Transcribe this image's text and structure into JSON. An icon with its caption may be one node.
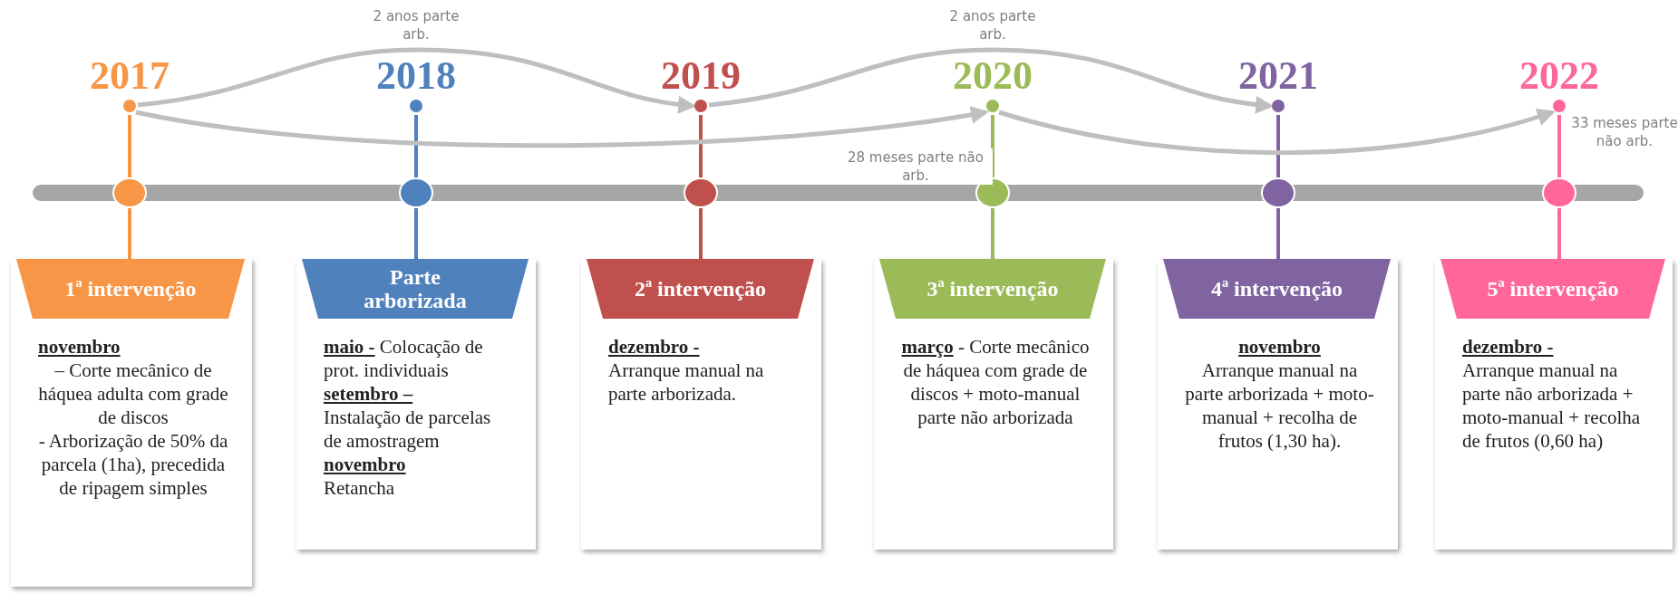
{
  "diagram": {
    "nodes": [
      {
        "text": [
          "2017"
        ]
      },
      {
        "text": [
          "2018"
        ]
      },
      {
        "text": [
          "2019"
        ]
      },
      {
        "text": [
          "2020"
        ]
      },
      {
        "text": [
          "2021"
        ]
      },
      {
        "text": [
          "2022"
        ]
      },
      {
        "text": [
          "1ª intervenção",
          "**novembro**",
          "– Corte mecânico de háquea adulta com grade de discos",
          "- Arborização de 50% da parcela (1ha), precedida de ripagem simples"
        ]
      },
      {
        "text": [
          "Parte arborizada",
          "**maio -** Colocação de prot. individuais",
          "**setembro –**",
          "Instalação de parcelas de amostragem",
          "**novembro**",
          "Retancha"
        ]
      },
      {
        "text": [
          "2ª intervenção",
          "**dezembro -**",
          "Arranque manual na parte arborizada."
        ]
      },
      {
        "text": [
          "3ª intervenção",
          "**março** - Corte mecânico de háquea com grade de discos + moto-manual parte não arborizada"
        ]
      },
      {
        "text": [
          "4ª intervenção",
          "**novembro**",
          "Arranque manual na parte arborizada + moto-manual + recolha de frutos (1,30 ha)."
        ]
      },
      {
        "text": [
          "5ª intervenção",
          "**dezembro -**",
          "Arranque manual na parte não arborizada + moto-manual + recolha de frutos (0,60 ha)"
        ]
      }
    ],
    "edges": [
      {
        "from": 0,
        "to": 2,
        "arrow": "to",
        "label": "2 anos parte arb."
      },
      {
        "from": 0,
        "to": 3,
        "arrow": "to",
        "label": "28 meses parte não arb."
      },
      {
        "from": 2,
        "to": 4,
        "arrow": "to",
        "label": "2 anos parte arb."
      },
      {
        "from": 3,
        "to": 5,
        "arrow": "to",
        "label": "33 meses parte não arb."
      },
      {
        "from": 0,
        "to": 6,
        "arrow": "none",
        "color": "#f79646"
      },
      {
        "from": 1,
        "to": 7,
        "arrow": "none",
        "color": "#4f81bd"
      },
      {
        "from": 2,
        "to": 8,
        "arrow": "none",
        "color": "#c0504d"
      },
      {
        "from": 3,
        "to": 9,
        "arrow": "none",
        "color": "#9bbb59"
      },
      {
        "from": 4,
        "to": 10,
        "arrow": "none",
        "color": "#8064a2"
      },
      {
        "from": 5,
        "to": 11,
        "arrow": "none",
        "color": "#ff6699"
      }
    ]
  }
}
